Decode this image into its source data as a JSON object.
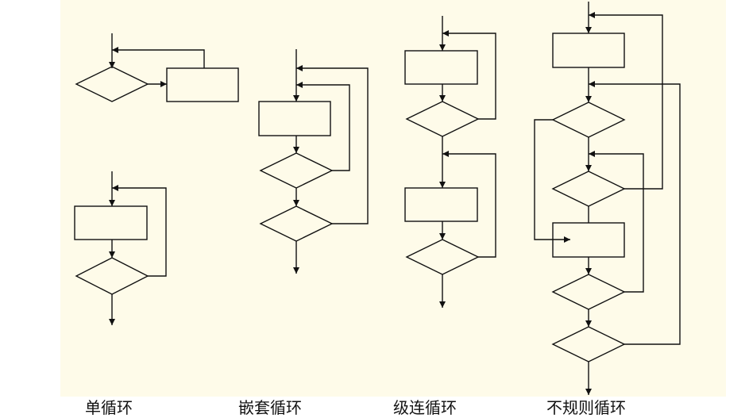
{
  "labels": {
    "single": "单循环",
    "nested": "嵌套循环",
    "cascade": "级连循环",
    "irregular": "不规则循环"
  },
  "colors": {
    "background": "#ffffff",
    "panel": "#fefbe9",
    "stroke": "#111111",
    "text": "#111111"
  }
}
